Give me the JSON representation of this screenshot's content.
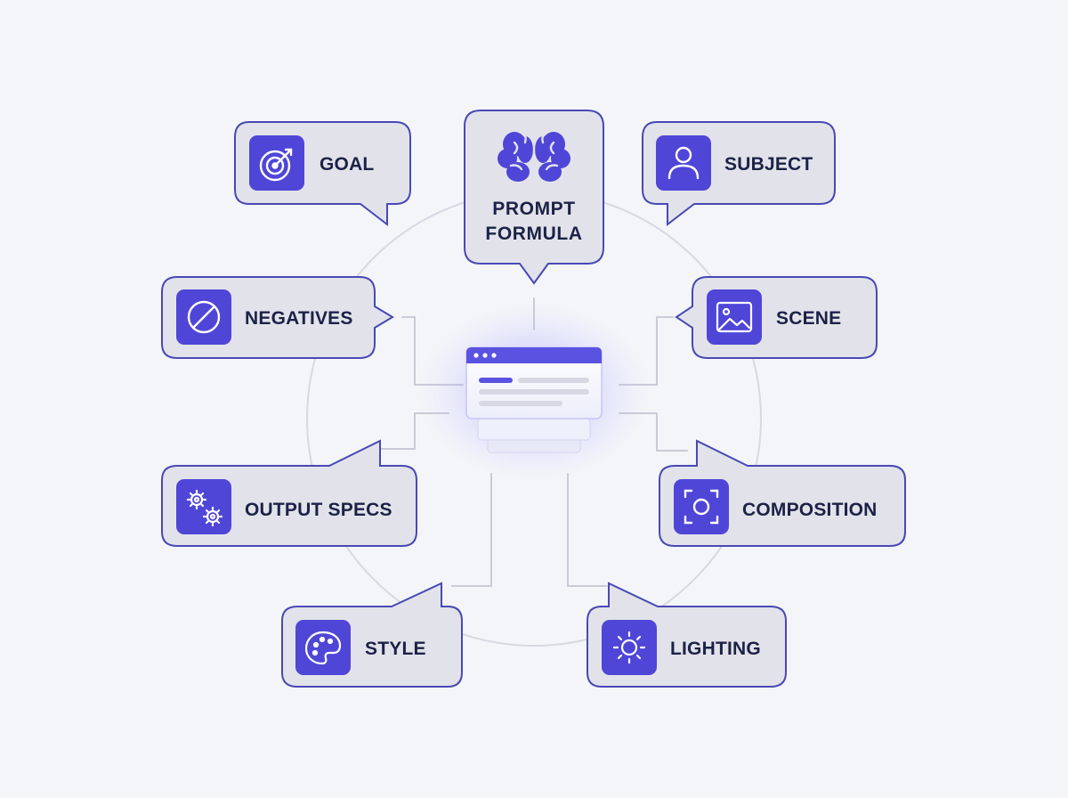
{
  "colors": {
    "background": "#f3f5f9",
    "bubble_fill": "#e2e3ea",
    "bubble_stroke": "#4a48b4",
    "icon_tile": "#4f46d8",
    "label": "#1c2247",
    "connector": "#c9ccd6"
  },
  "center": {
    "title_line1": "PROMPT",
    "title_line2": "FORMULA",
    "icon": "brain-icon",
    "center_card_icon": "prompt-window-icon"
  },
  "nodes": [
    {
      "id": "goal",
      "label": "GOAL",
      "icon": "target-icon"
    },
    {
      "id": "subject",
      "label": "SUBJECT",
      "icon": "user-icon"
    },
    {
      "id": "negatives",
      "label": "NEGATIVES",
      "icon": "prohibit-icon"
    },
    {
      "id": "scene",
      "label": "SCENE",
      "icon": "image-icon"
    },
    {
      "id": "output-specs",
      "label": "OUTPUT SPECS",
      "icon": "gears-icon"
    },
    {
      "id": "composition",
      "label": "COMPOSITION",
      "icon": "focus-frame-icon"
    },
    {
      "id": "style",
      "label": "STYLE",
      "icon": "palette-icon"
    },
    {
      "id": "lighting",
      "label": "LIGHTING",
      "icon": "sun-icon"
    }
  ]
}
